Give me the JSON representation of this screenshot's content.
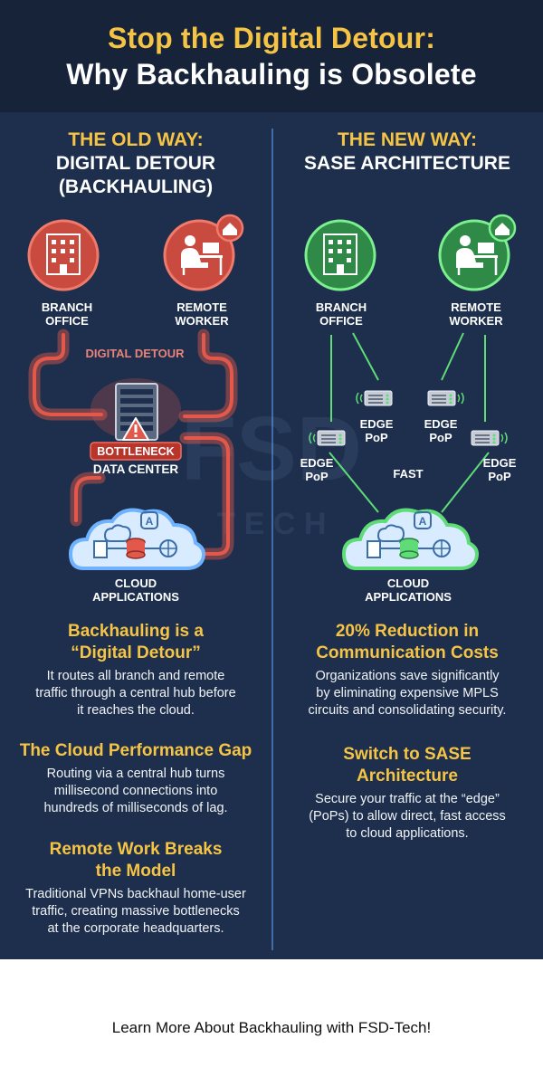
{
  "header": {
    "title_line1": "Stop the Digital Detour:",
    "title_line2": "Why Backhauling is Obsolete"
  },
  "old_way": {
    "heading_1": "THE OLD WAY:",
    "heading_2": "DIGITAL DETOUR",
    "heading_3": "(BACKHAULING)",
    "branch_office": [
      "BRANCH",
      "OFFICE"
    ],
    "remote_worker": [
      "REMOTE",
      "WORKER"
    ],
    "path_label": "DIGITAL DETOUR",
    "bottleneck_label": "BOTTLENECK",
    "data_center_label": "DATA CENTER",
    "cloud_applications": [
      "CLOUD",
      "APPLICATIONS"
    ],
    "sections": [
      {
        "title": [
          "Backhauling is a",
          "“Digital Detour”"
        ],
        "body": [
          "It routes all branch and remote",
          "traffic through a central hub before",
          "it reaches the cloud."
        ]
      },
      {
        "title": [
          "The Cloud Performance Gap"
        ],
        "body": [
          "Routing via a central hub turns",
          "millisecond connections into",
          "hundreds of milliseconds of lag."
        ]
      },
      {
        "title": [
          "Remote Work Breaks",
          "the Model"
        ],
        "body": [
          "Traditional VPNs backhaul home-user",
          "traffic, creating massive bottlenecks",
          "at the corporate headquarters."
        ]
      }
    ]
  },
  "new_way": {
    "heading_1": "THE NEW WAY:",
    "heading_2": "SASE ARCHITECTURE",
    "branch_office": [
      "BRANCH",
      "OFFICE"
    ],
    "remote_worker": [
      "REMOTE",
      "WORKER"
    ],
    "pop_label": [
      "EDGE",
      "PoP"
    ],
    "fast_label": "FAST",
    "cloud_applications": [
      "CLOUD",
      "APPLICATIONS"
    ],
    "sections": [
      {
        "title": [
          "20% Reduction in",
          "Communication Costs"
        ],
        "body": [
          "Organizations save significantly",
          "by eliminating expensive MPLS",
          "circuits and consolidating security."
        ]
      },
      {
        "title": [
          "Switch to SASE",
          "Architecture"
        ],
        "body": [
          "Secure your traffic at the “edge”",
          "(PoPs) to allow direct, fast access",
          "to cloud applications."
        ]
      }
    ]
  },
  "watermark": {
    "line1": "FSD",
    "line2": "T E C H"
  },
  "footer": {
    "text": "Learn More About Backhauling with FSD-Tech!"
  },
  "colors": {
    "background": "#1d2f4c",
    "header_background": "#172338",
    "accent_gold": "#f6c445",
    "old_way_red": "#e2584a",
    "new_way_green": "#5fdc78",
    "divider_blue": "#3f6ea8"
  }
}
